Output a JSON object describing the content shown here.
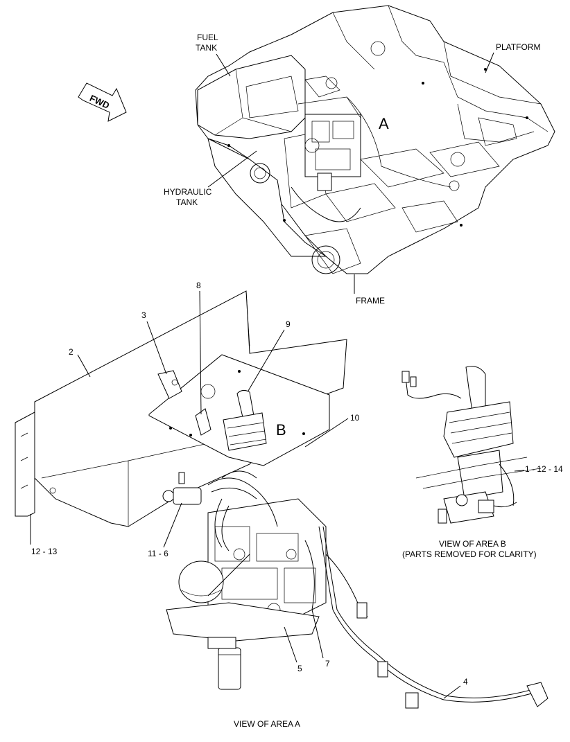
{
  "labels": {
    "fwd": "FWD",
    "fuel_tank_1": "FUEL",
    "fuel_tank_2": "TANK",
    "platform": "PLATFORM",
    "area_a": "A",
    "hydraulic_tank_1": "HYDRAULIC",
    "hydraulic_tank_2": "TANK",
    "frame": "FRAME",
    "area_b": "B",
    "view_area_b_1": "VIEW OF AREA B",
    "view_area_b_2": "(PARTS REMOVED FOR CLARITY)",
    "view_area_a": "VIEW OF AREA A"
  },
  "callouts": {
    "c2": "2",
    "c3": "3",
    "c8": "8",
    "c9": "9",
    "c10": "10",
    "c1_12_14": "1 - 12 - 14",
    "c12_13": "12 - 13",
    "c11_6": "11 - 6",
    "c5": "5",
    "c7": "7",
    "c4": "4"
  }
}
